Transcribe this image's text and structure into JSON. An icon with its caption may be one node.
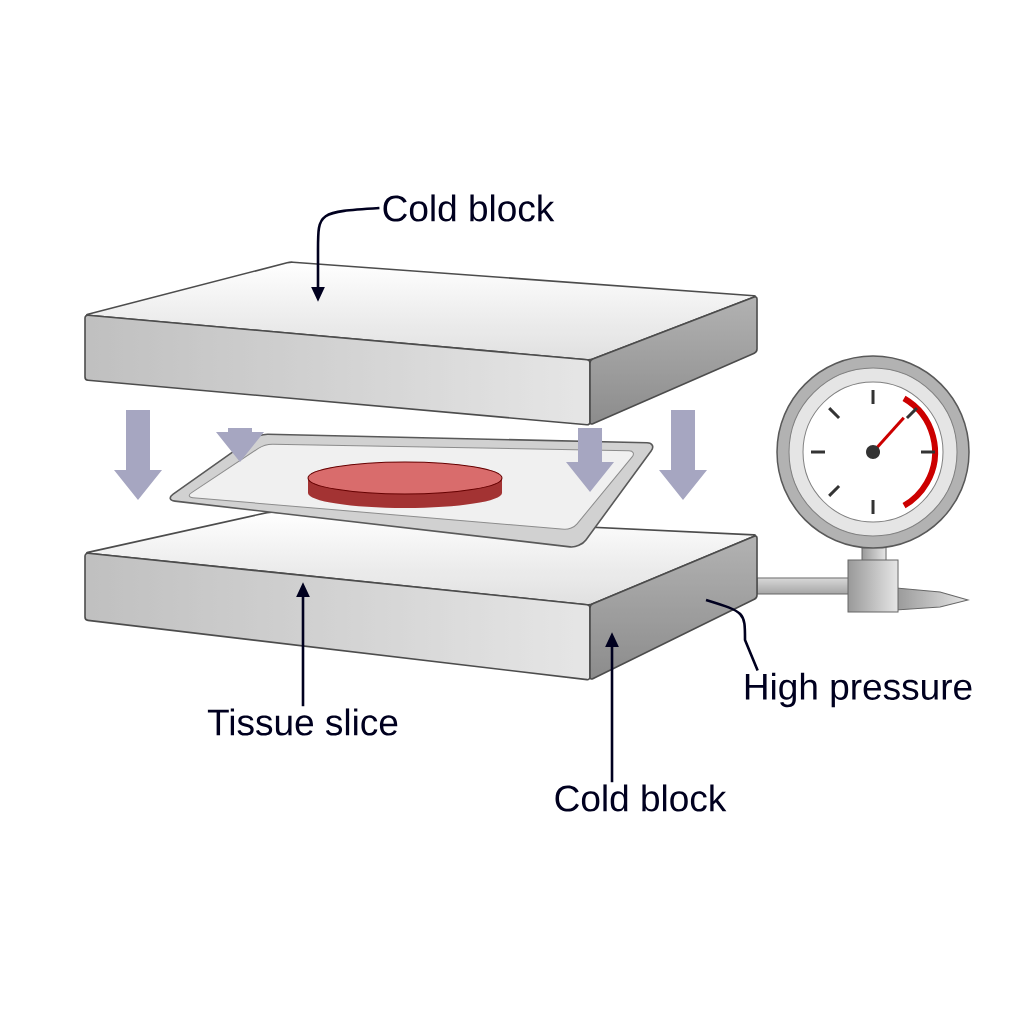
{
  "diagram": {
    "nodes": [
      {
        "text": [
          "Cold block"
        ]
      },
      {
        "text": [],
        "shape": "box"
      },
      {
        "text": [],
        "shape": "box"
      },
      {
        "text": [
          "Tissue slice"
        ]
      },
      {
        "text": [
          "Cold block"
        ]
      },
      {
        "text": [
          "High pressure"
        ]
      }
    ],
    "edges": [
      {
        "from": 0,
        "to": 1,
        "arrow": "to"
      },
      {
        "from": 3,
        "to": 2,
        "arrow": "to"
      },
      {
        "from": 4,
        "to": 2,
        "arrow": "to"
      },
      {
        "from": 5,
        "to": 2,
        "arrow": "none"
      }
    ]
  }
}
